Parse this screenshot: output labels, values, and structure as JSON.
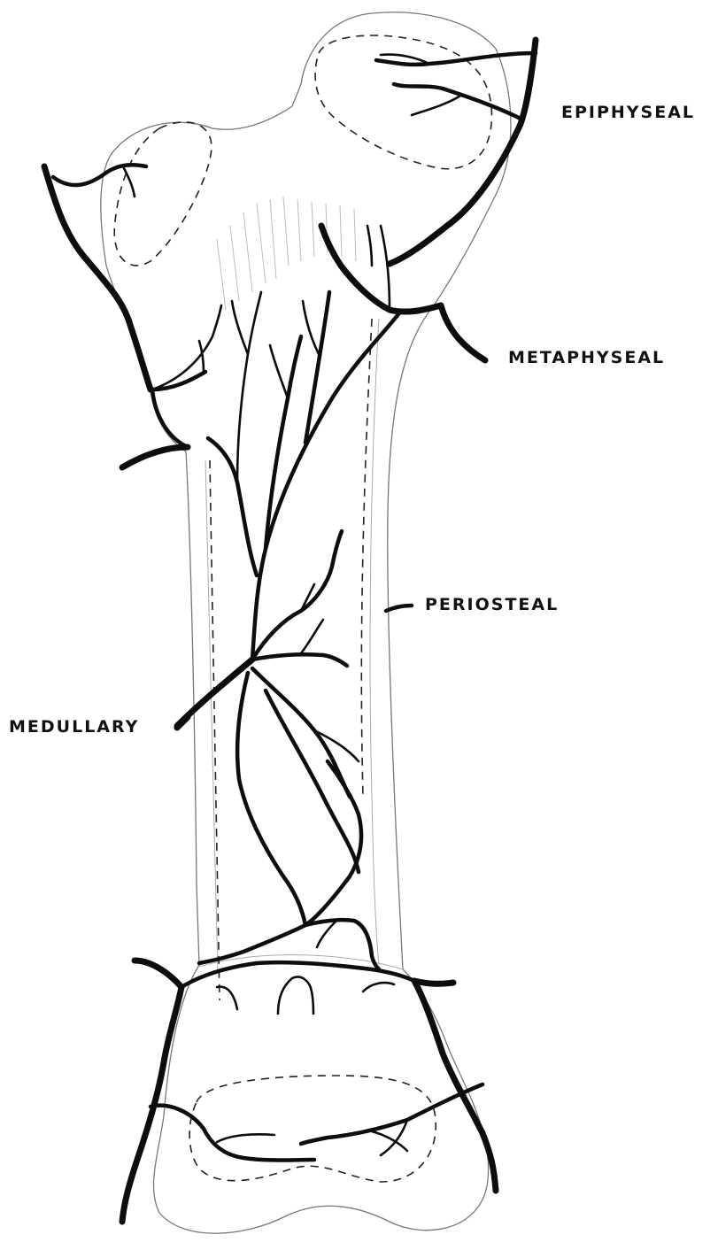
{
  "labels": {
    "epiphyseal": "EPIPHYSEAL",
    "metaphyseal": "METAPHYSEAL",
    "periosteal": "PERIOSTEAL",
    "medullary": "MEDULLARY"
  },
  "colors": {
    "vessel": "#0d0d0d",
    "bone_outline": "#777777",
    "background": "#ffffff"
  }
}
